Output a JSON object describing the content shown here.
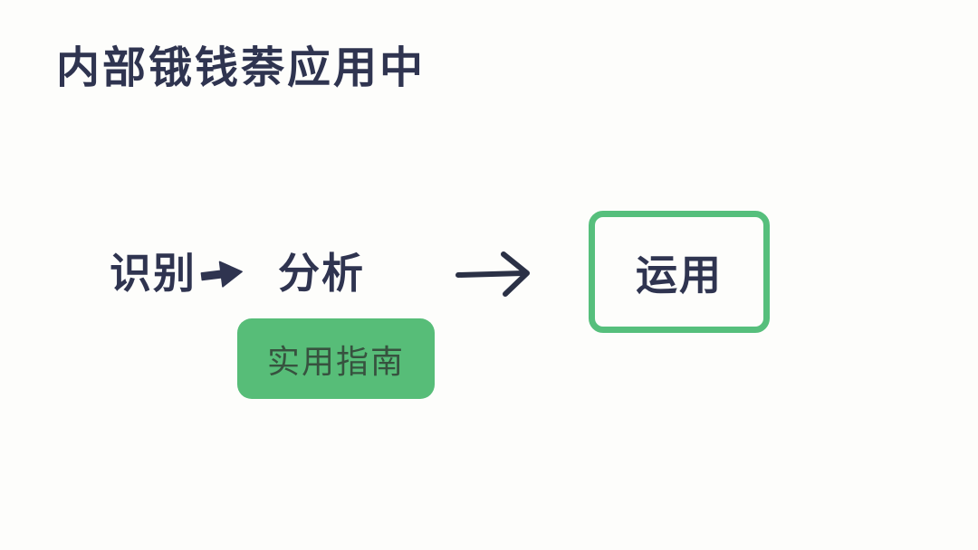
{
  "page": {
    "background_color": "#fdfdfb"
  },
  "colors": {
    "text_dark_navy": "#2f3450",
    "green_fill": "#57bd78",
    "green_border": "#56bf7c",
    "badge_text": "#37523f"
  },
  "title": "内部锇钱萘应用中",
  "flow": {
    "steps": [
      {
        "label": "识别"
      },
      {
        "label": "分析"
      },
      {
        "label": "运用"
      }
    ],
    "connectors": [
      {
        "icon": "arrow-right-solid-icon",
        "between": [
          "识别",
          "分析"
        ]
      },
      {
        "icon": "arrow-right-line-icon",
        "between": [
          "分析",
          "运用"
        ]
      }
    ]
  },
  "badge": {
    "label": "实用指南"
  }
}
